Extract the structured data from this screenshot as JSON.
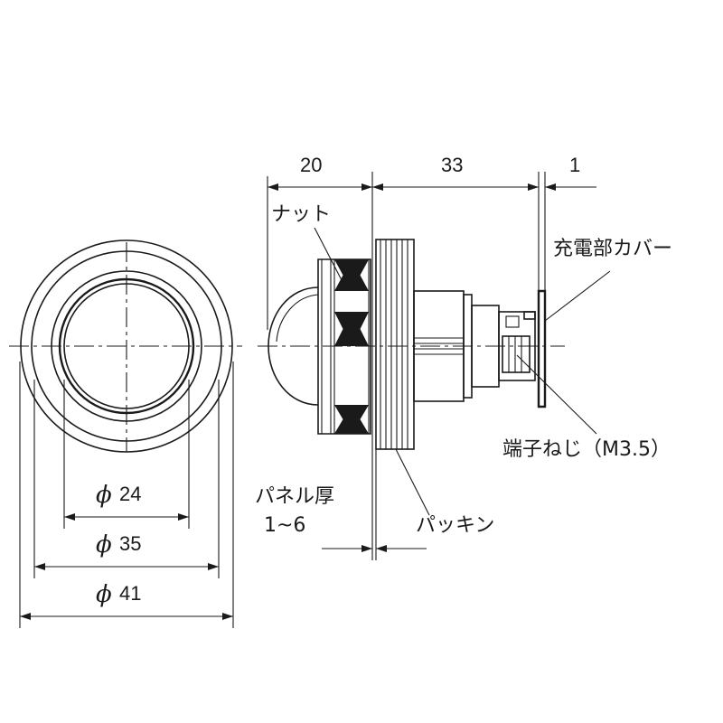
{
  "dimensions": {
    "d_inner_value": "24",
    "d_mid_value": "35",
    "d_outer_value": "41",
    "phi_symbol": "ϕ",
    "len_nut": "20",
    "len_body": "33",
    "len_cover": "1",
    "panel_range": "1~6"
  },
  "labels": {
    "nut": "ナット",
    "charge_cover": "充電部カバー",
    "terminal_screw": "端子ねじ（M3.5）",
    "panel_thickness": "パネル厚",
    "packing": "パッキン"
  }
}
